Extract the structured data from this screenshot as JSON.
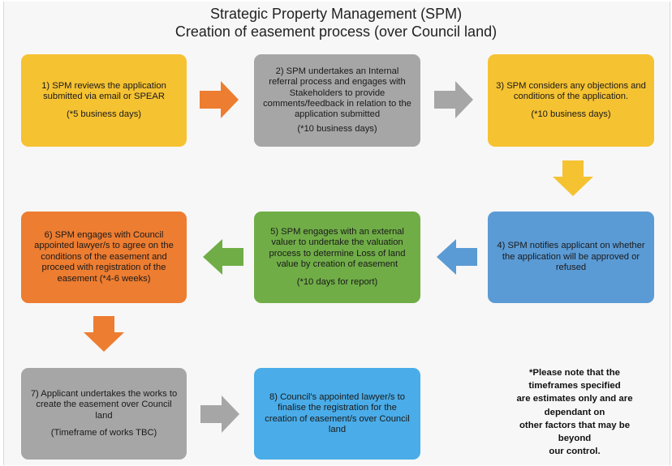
{
  "header": {
    "title_line1": "Strategic Property Management (SPM)",
    "title_line2": "Creation of easement process  (over Council land)"
  },
  "steps": [
    {
      "text": "1) SPM reviews the application submitted via email or SPEAR",
      "time": "(*5 business days)",
      "color": "#f5c232"
    },
    {
      "text": "2) SPM undertakes an Internal referral process and engages with Stakeholders to provide comments/feedback in relation to the application submitted",
      "time": "(*10 business days)",
      "color": "#a6a6a6"
    },
    {
      "text": "3) SPM considers any objections and conditions of the application.",
      "time": "(*10 business days)",
      "color": "#f5c232"
    },
    {
      "text": "4) SPM notifies applicant on whether the application will be approved or refused",
      "time": "",
      "color": "#5b9bd5"
    },
    {
      "text": "5) SPM engages with an external valuer to undertake the valuation process to determine Loss of land value by creation of easement",
      "time": "(*10 days for report)",
      "color": "#70ad47"
    },
    {
      "text": "6) SPM engages with Council appointed lawyer/s to agree on the conditions of the easement and proceed with registration of the easement (*4-6 weeks)",
      "time": "",
      "color": "#ed7d31"
    },
    {
      "text": "7) Applicant undertakes the works to create the easement over Council land",
      "time": "(Timeframe of works TBC)",
      "color": "#a6a6a6"
    },
    {
      "text": "8) Council's appointed lawyer/s to finalise the registration for the creation of easement/s over Council land",
      "time": "",
      "color": "#4aace8"
    }
  ],
  "note": {
    "lines": [
      "*Please note that the",
      "timeframes specified",
      "are estimates only and are",
      "dependant on",
      "other factors that may be",
      "beyond",
      "our control."
    ]
  },
  "arrows": [
    {
      "from": "step-1",
      "to": "step-2",
      "direction": "right",
      "color": "#ed7d31"
    },
    {
      "from": "step-2",
      "to": "step-3",
      "direction": "right",
      "color": "#a6a6a6"
    },
    {
      "from": "step-3",
      "to": "step-4",
      "direction": "down",
      "color": "#f5c232"
    },
    {
      "from": "step-4",
      "to": "step-5",
      "direction": "left",
      "color": "#5b9bd5"
    },
    {
      "from": "step-5",
      "to": "step-6",
      "direction": "left",
      "color": "#70ad47"
    },
    {
      "from": "step-6",
      "to": "step-7",
      "direction": "down",
      "color": "#ed7d31"
    },
    {
      "from": "step-7",
      "to": "step-8",
      "direction": "right",
      "color": "#a6a6a6"
    }
  ]
}
